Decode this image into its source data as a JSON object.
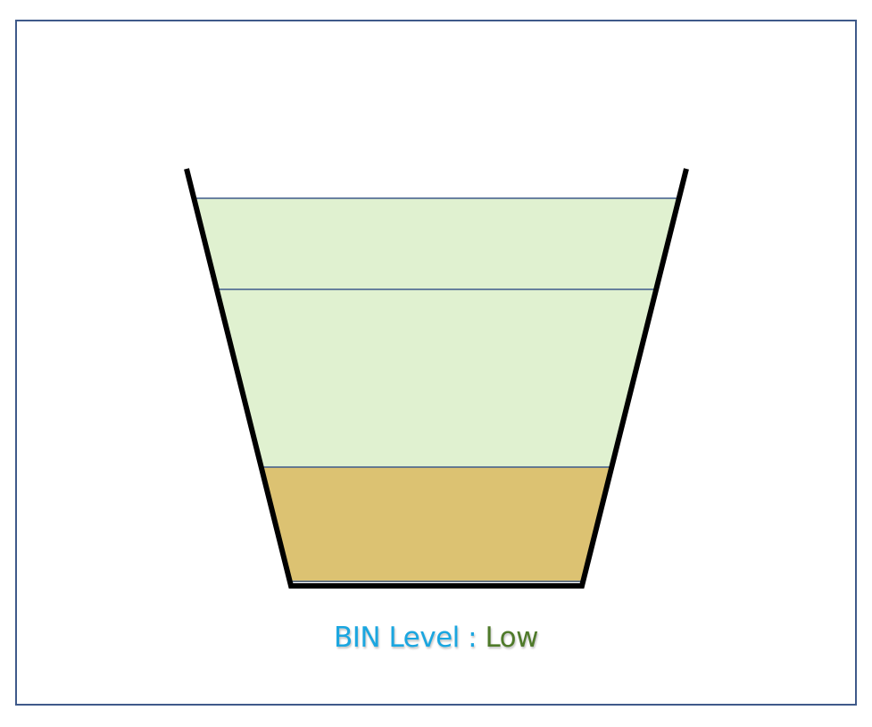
{
  "bin": {
    "level": {
      "prefix": "BIN Level : ",
      "value": "Low"
    },
    "fill_fraction": 0.3,
    "colors": {
      "frame_border": "#3f5a8a",
      "bin_wall": "#000000",
      "empty_zone": "#e0f1d0",
      "filled_zone": "#dcc272",
      "zone_line": "#3f5a8a",
      "label_prefix": "#1aa6e0",
      "label_value": "#4f7a2a"
    }
  }
}
